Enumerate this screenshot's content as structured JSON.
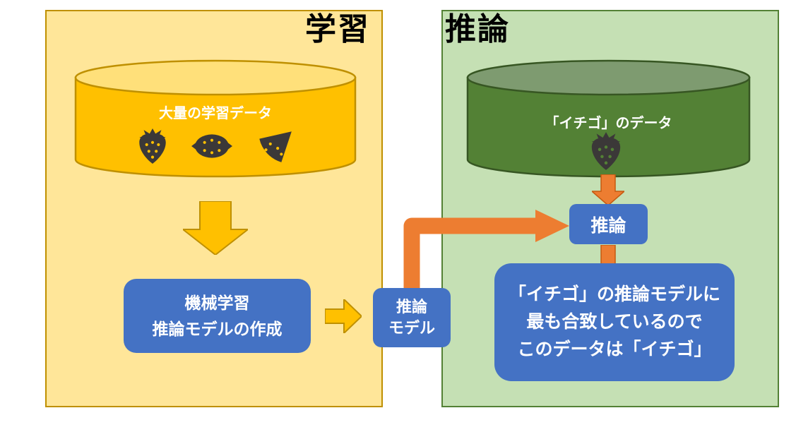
{
  "diagram": {
    "training": {
      "title": "学習",
      "cylinder_label": "大量の学習データ",
      "icons": [
        "strawberry-icon",
        "lemon-icon",
        "watermelon-icon"
      ],
      "ml_box_line1": "機械学習",
      "ml_box_line2": "推論モデルの作成"
    },
    "model_box_line1": "推論",
    "model_box_line2": "モデル",
    "inference": {
      "title": "推論",
      "cylinder_label": "「イチゴ」のデータ",
      "icon": "strawberry-icon",
      "inference_box_label": "推論",
      "result_line1": "「イチゴ」の推論モデルに",
      "result_line2": "最も合致しているので",
      "result_line3": "このデータは「イチゴ」"
    }
  },
  "colors": {
    "training_panel_fill": "#FFE699",
    "training_panel_border": "#BF9000",
    "training_cylinder_fill": "#FFC000",
    "training_cylinder_top": "#FFE07A",
    "inference_panel_fill": "#C5E0B4",
    "inference_panel_border": "#538135",
    "inference_cylinder_fill": "#538135",
    "inference_cylinder_top": "#7E9B70",
    "box_blue": "#4472C4",
    "arrow_gold": "#FFC000",
    "arrow_gold_border": "#BF9000",
    "arrow_orange": "#ED7D31",
    "icon_dark": "#3B3838",
    "text_white": "#FFFFFF",
    "title_black": "#000000"
  }
}
